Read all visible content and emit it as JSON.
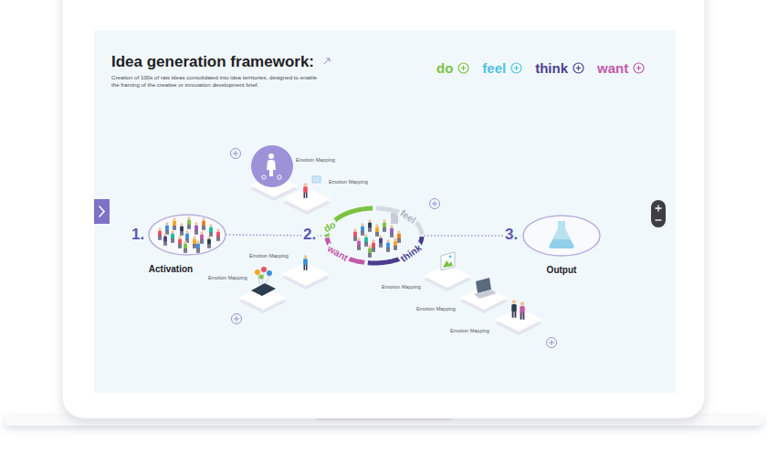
{
  "diagram": {
    "title": "Idea generation framework:",
    "nodes": [
      {
        "text": [
          "Activation"
        ]
      },
      {
        "text": [
          "do",
          "feel",
          "think",
          "want"
        ]
      },
      {
        "text": [
          "Output"
        ]
      }
    ],
    "edges": [
      {
        "from": 0,
        "to": 1,
        "arrow": "none"
      },
      {
        "from": 1,
        "to": 2,
        "arrow": "none"
      }
    ],
    "labels": [
      "Creation of 100s of raw ideas consolidated into idea territories, designed to enable the framing of the creative or innovation development brief.",
      "Emotion Mapping",
      "Emotion Mapping",
      "1.",
      "2.",
      "3.",
      "Emotion Mapping",
      "Emotion Mapping",
      "Emotion Mapping",
      "Emotion Mapping",
      "Emotion Mapping"
    ],
    "legend": [
      {
        "text": "do",
        "color": "#7cc242"
      },
      {
        "text": "feel",
        "color": "#4fc3e0"
      },
      {
        "text": "think",
        "color": "#4b3d8f"
      },
      {
        "text": "want",
        "color": "#c25aa9"
      }
    ]
  }
}
